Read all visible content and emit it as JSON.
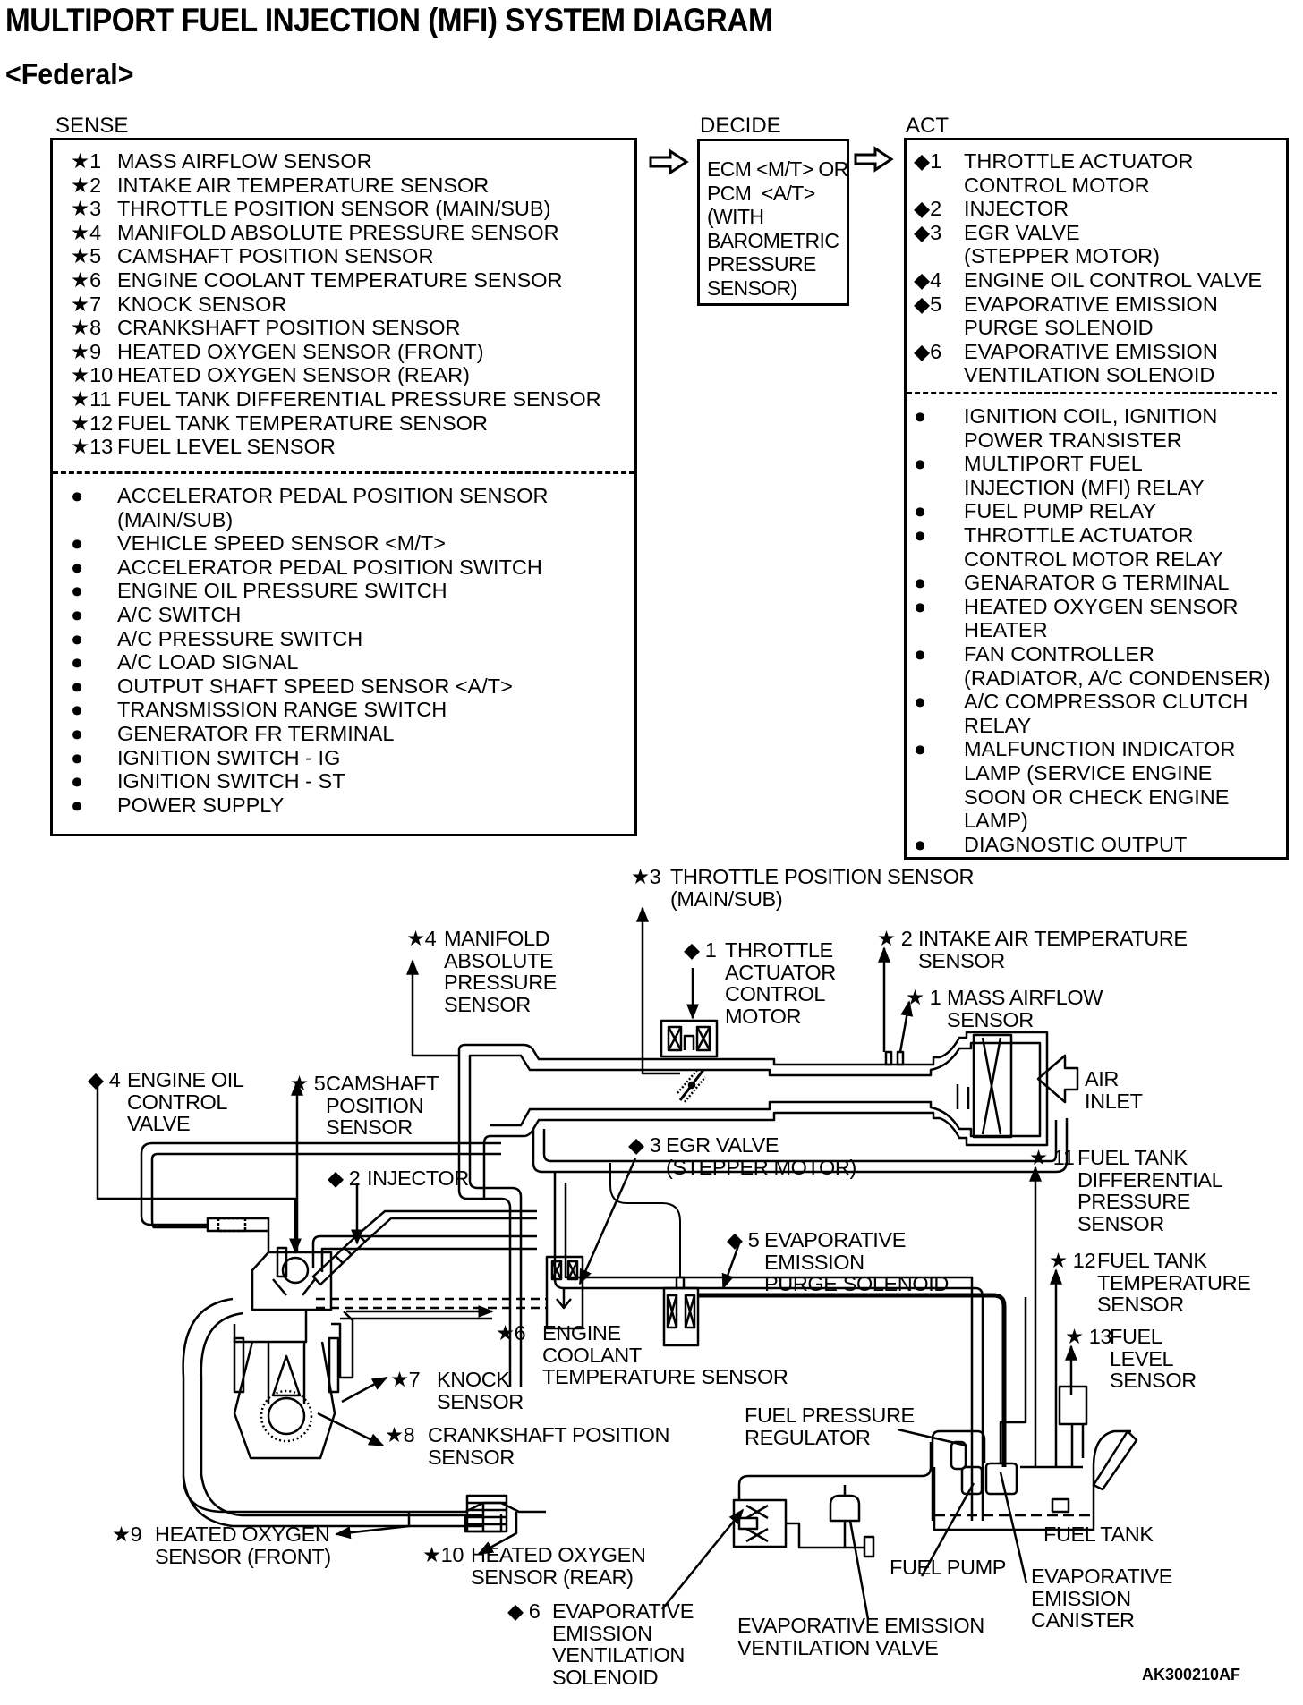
{
  "header": {
    "title": "MULTIPORT FUEL INJECTION (MFI) SYSTEM DIAGRAM",
    "subtitle": "<Federal>"
  },
  "sense": {
    "label": "SENSE",
    "numbered_items": [
      {
        "marker": "★1",
        "text": "MASS AIRFLOW SENSOR"
      },
      {
        "marker": "★2",
        "text": "INTAKE AIR TEMPERATURE SENSOR"
      },
      {
        "marker": "★3",
        "text": "THROTTLE POSITION SENSOR (MAIN/SUB)"
      },
      {
        "marker": "★4",
        "text": "MANIFOLD ABSOLUTE PRESSURE SENSOR"
      },
      {
        "marker": "★5",
        "text": "CAMSHAFT POSITION SENSOR"
      },
      {
        "marker": "★6",
        "text": "ENGINE COOLANT TEMPERATURE SENSOR"
      },
      {
        "marker": "★7",
        "text": "KNOCK SENSOR"
      },
      {
        "marker": "★8",
        "text": "CRANKSHAFT POSITION SENSOR"
      },
      {
        "marker": "★9",
        "text": "HEATED OXYGEN SENSOR (FRONT)"
      },
      {
        "marker": "★10",
        "text": "HEATED OXYGEN SENSOR (REAR)"
      },
      {
        "marker": "★11",
        "text": "FUEL TANK DIFFERENTIAL PRESSURE SENSOR"
      },
      {
        "marker": "★12",
        "text": "FUEL TANK TEMPERATURE SENSOR"
      },
      {
        "marker": "★13",
        "text": "FUEL LEVEL SENSOR"
      }
    ],
    "bullet_items": [
      {
        "marker": "●",
        "text": "ACCELERATOR PEDAL POSITION SENSOR\n(MAIN/SUB)"
      },
      {
        "marker": "●",
        "text": "VEHICLE SPEED SENSOR <M/T>"
      },
      {
        "marker": "●",
        "text": "ACCELERATOR PEDAL POSITION SWITCH"
      },
      {
        "marker": "●",
        "text": "ENGINE OIL PRESSURE SWITCH"
      },
      {
        "marker": "●",
        "text": "A/C SWITCH"
      },
      {
        "marker": "●",
        "text": "A/C PRESSURE SWITCH"
      },
      {
        "marker": "●",
        "text": "A/C LOAD SIGNAL"
      },
      {
        "marker": "●",
        "text": "OUTPUT SHAFT SPEED SENSOR <A/T>"
      },
      {
        "marker": "●",
        "text": "TRANSMISSION RANGE SWITCH"
      },
      {
        "marker": "●",
        "text": "GENERATOR FR TERMINAL"
      },
      {
        "marker": "●",
        "text": "IGNITION SWITCH - IG"
      },
      {
        "marker": "●",
        "text": "IGNITION SWITCH - ST"
      },
      {
        "marker": "●",
        "text": "POWER SUPPLY"
      }
    ]
  },
  "decide": {
    "label": "DECIDE",
    "text": "ECM <M/T> OR\nPCM  <A/T>\n(WITH\nBAROMETRIC\nPRESSURE\nSENSOR)"
  },
  "act": {
    "label": "ACT",
    "numbered_items": [
      {
        "marker": "◆1",
        "text": "THROTTLE ACTUATOR\nCONTROL MOTOR"
      },
      {
        "marker": "◆2",
        "text": "INJECTOR"
      },
      {
        "marker": "◆3",
        "text": "EGR VALVE\n(STEPPER MOTOR)"
      },
      {
        "marker": "◆4",
        "text": "ENGINE OIL CONTROL VALVE"
      },
      {
        "marker": "◆5",
        "text": "EVAPORATIVE EMISSION\nPURGE SOLENOID"
      },
      {
        "marker": "◆6",
        "text": "EVAPORATIVE EMISSION\nVENTILATION SOLENOID"
      }
    ],
    "bullet_items": [
      {
        "marker": "●",
        "text": "IGNITION COIL, IGNITION\nPOWER TRANSISTER"
      },
      {
        "marker": "●",
        "text": "MULTIPORT FUEL\nINJECTION (MFI) RELAY"
      },
      {
        "marker": "●",
        "text": "FUEL PUMP RELAY"
      },
      {
        "marker": "●",
        "text": "THROTTLE ACTUATOR\nCONTROL MOTOR RELAY"
      },
      {
        "marker": "●",
        "text": "GENARATOR G TERMINAL"
      },
      {
        "marker": "●",
        "text": "HEATED OXYGEN SENSOR\nHEATER"
      },
      {
        "marker": "●",
        "text": "FAN CONTROLLER\n(RADIATOR, A/C CONDENSER)"
      },
      {
        "marker": "●",
        "text": "A/C COMPRESSOR CLUTCH\nRELAY"
      },
      {
        "marker": "●",
        "text": "MALFUNCTION INDICATOR\nLAMP (SERVICE ENGINE\nSOON OR CHECK ENGINE\nLAMP)"
      },
      {
        "marker": "●",
        "text": "DIAGNOSTIC OUTPUT"
      }
    ]
  },
  "diagram_labels": {
    "tps": {
      "marker": "★3",
      "text": "THROTTLE POSITION SENSOR\n(MAIN/SUB)"
    },
    "map": {
      "marker": "★4",
      "text": "MANIFOLD\nABSOLUTE\nPRESSURE\nSENSOR"
    },
    "throttle_motor": {
      "marker": "◆ 1",
      "text": "THROTTLE\nACTUATOR\nCONTROL\nMOTOR"
    },
    "iat": {
      "marker": "★ 2",
      "text": "INTAKE AIR TEMPERATURE\nSENSOR"
    },
    "maf": {
      "marker": "★ 1",
      "text": "MASS AIRFLOW\nSENSOR"
    },
    "air_inlet": {
      "text": "AIR\nINLET"
    },
    "oil_valve": {
      "marker": "◆ 4",
      "text": "ENGINE OIL\nCONTROL\nVALVE"
    },
    "cmp": {
      "marker": "★ 5",
      "text": "CAMSHAFT\nPOSITION\nSENSOR"
    },
    "egr": {
      "marker": "◆ 3",
      "text": "EGR VALVE\n(STEPPER MOTOR)"
    },
    "injector": {
      "marker": "◆ 2",
      "text": "INJECTOR"
    },
    "purge": {
      "marker": "◆ 5",
      "text": "EVAPORATIVE\nEMISSION\nPURGE SOLENOID"
    },
    "tank_pressure": {
      "marker": "★ 11",
      "text": "FUEL TANK\nDIFFERENTIAL\nPRESSURE\nSENSOR"
    },
    "tank_temp": {
      "marker": "★ 12",
      "text": "FUEL TANK\nTEMPERATURE\nSENSOR"
    },
    "fuel_level": {
      "marker": "★ 13",
      "text": "FUEL\nLEVEL\nSENSOR"
    },
    "ect": {
      "marker": "★6",
      "text": "ENGINE\nCOOLANT\nTEMPERATURE SENSOR"
    },
    "knock": {
      "marker": "★7",
      "text": "KNOCK\nSENSOR"
    },
    "ckp": {
      "marker": "★8",
      "text": "CRANKSHAFT POSITION\nSENSOR"
    },
    "fuel_pressure_regulator": {
      "text": "FUEL PRESSURE\nREGULATOR"
    },
    "fuel_tank": {
      "text": "FUEL TANK"
    },
    "ho2s_front": {
      "marker": "★9",
      "text": "HEATED OXYGEN\nSENSOR (FRONT)"
    },
    "ho2s_rear": {
      "marker": "★10",
      "text": "HEATED OXYGEN\nSENSOR (REAR)"
    },
    "fuel_pump": {
      "text": "FUEL PUMP"
    },
    "canister": {
      "text": "EVAPORATIVE\nEMISSION\nCANISTER"
    },
    "vent_solenoid": {
      "marker": "◆ 6",
      "text": "EVAPORATIVE\nEMISSION\nVENTILATION\nSOLENOID"
    },
    "vent_valve": {
      "text": "EVAPORATIVE EMISSION\nVENTILATION VALVE"
    }
  },
  "figure_code": "AK300210AF"
}
